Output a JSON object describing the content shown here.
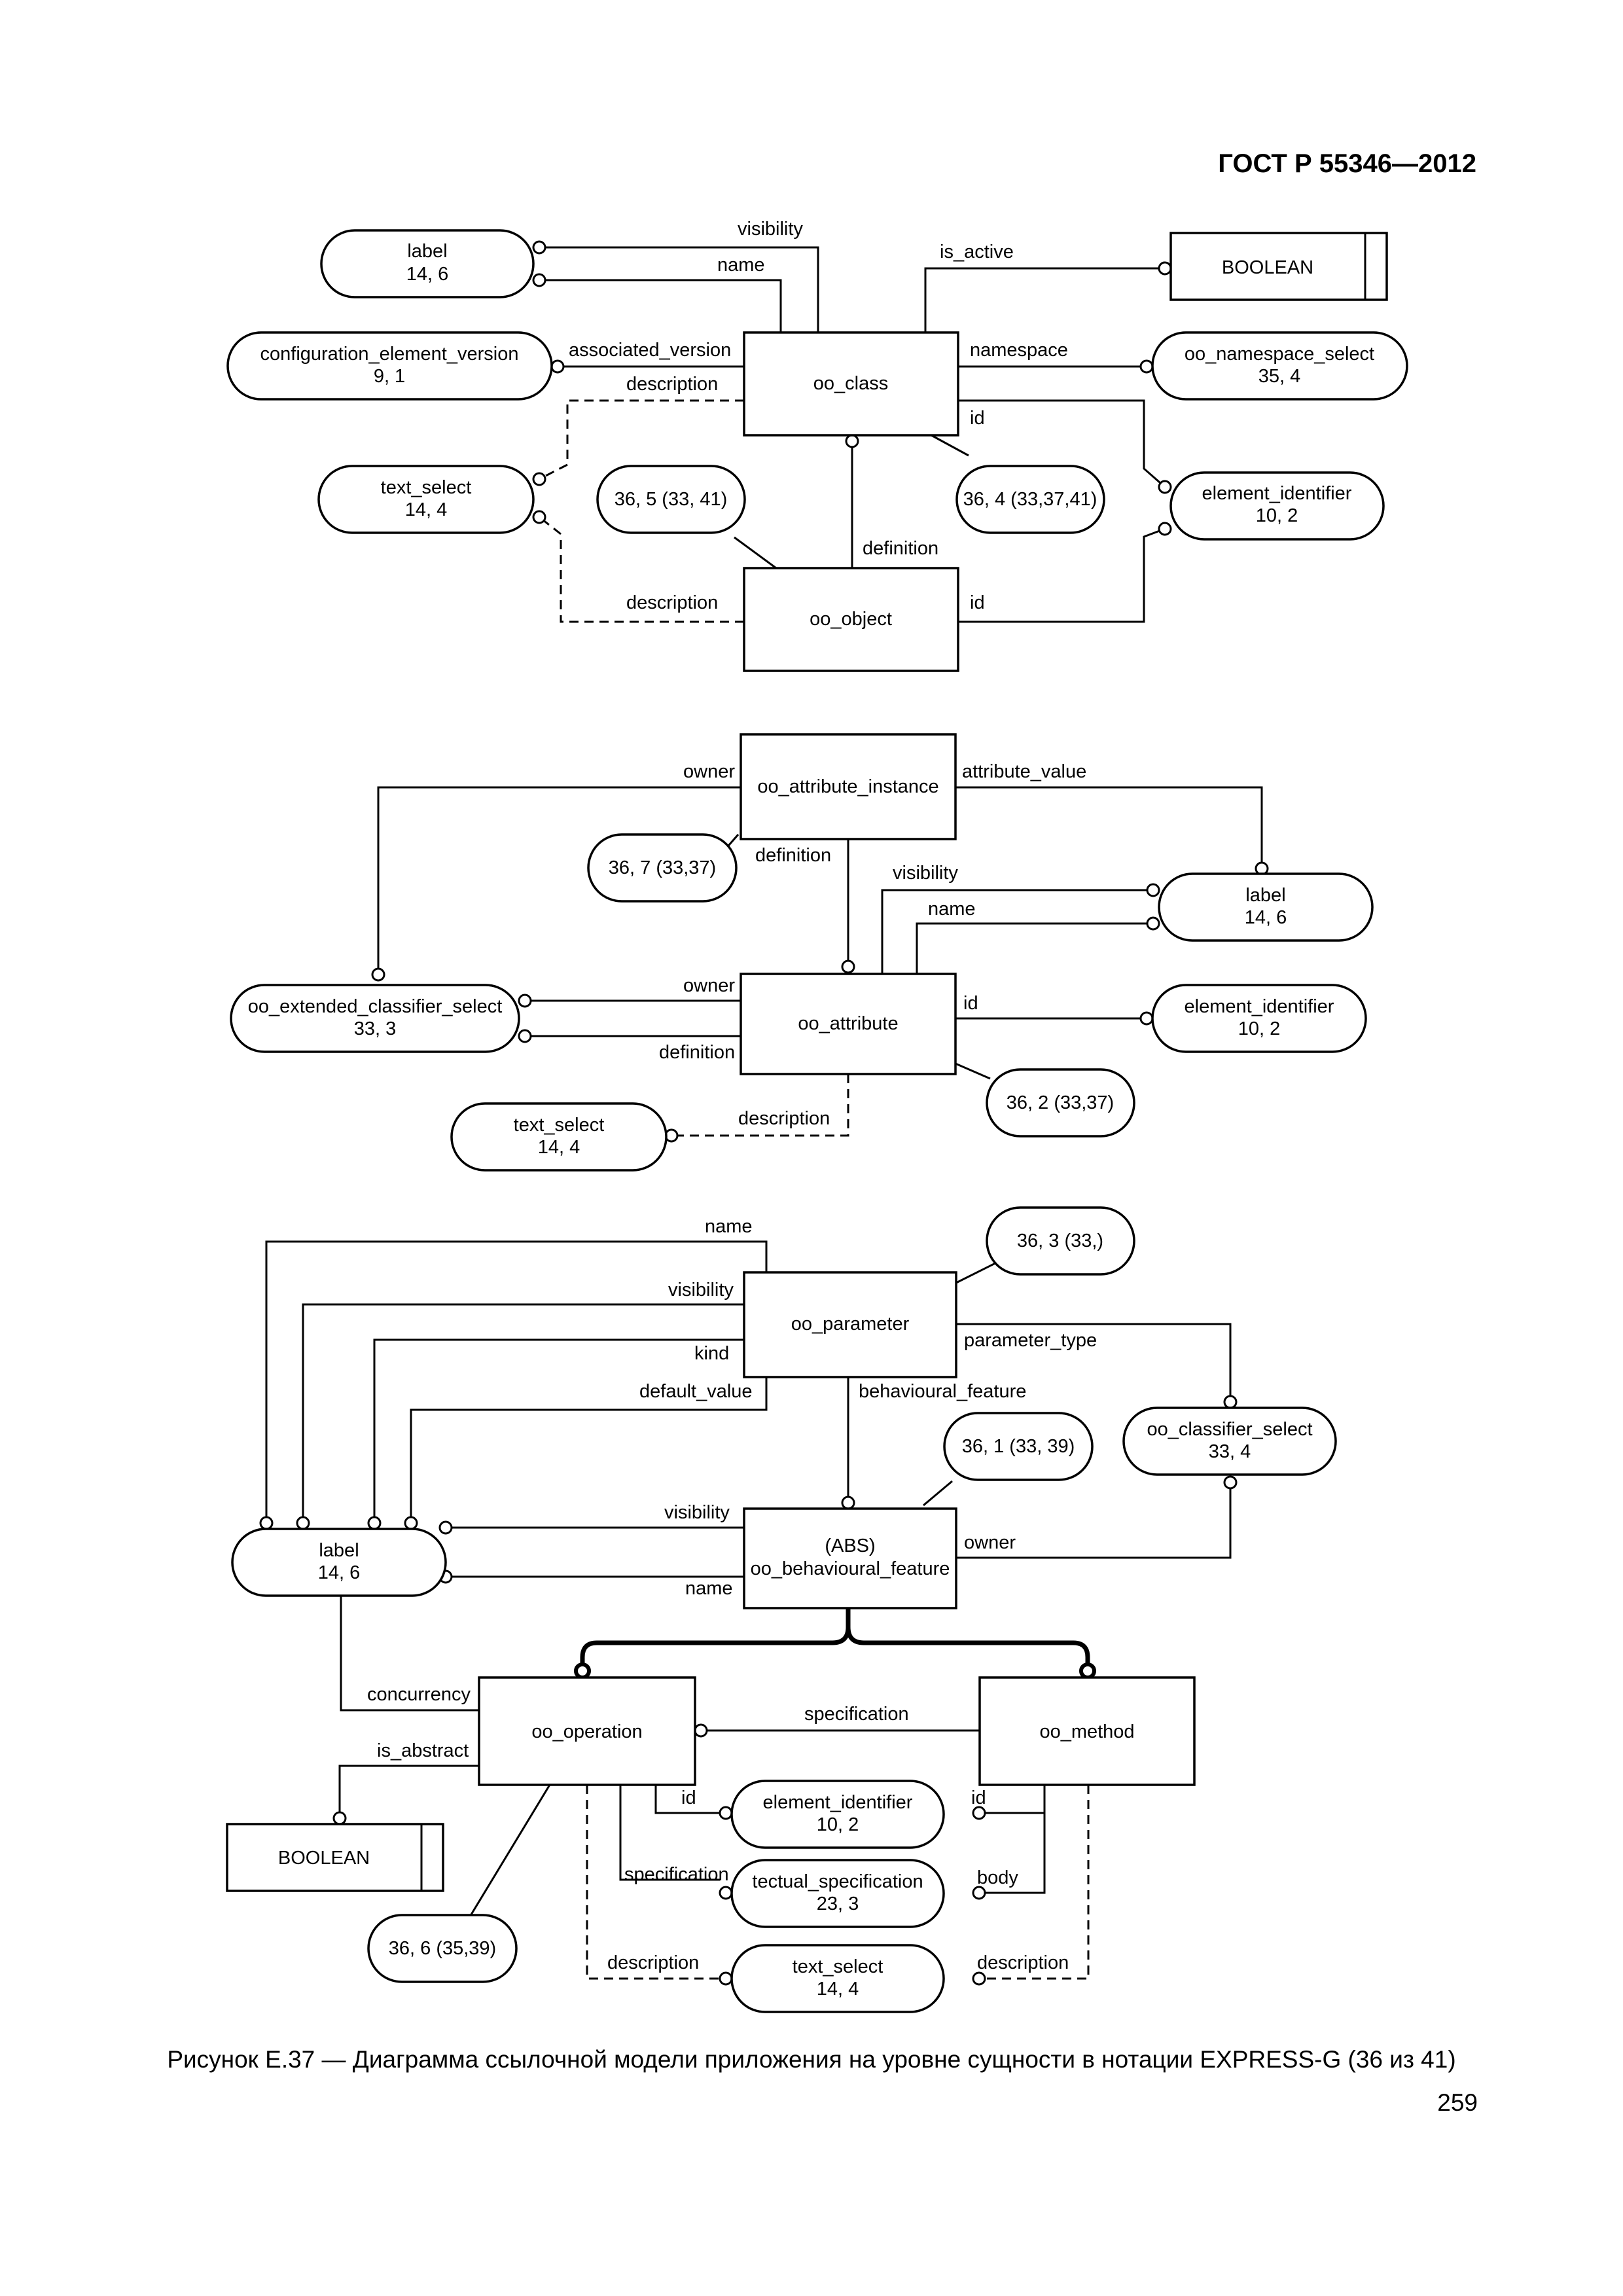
{
  "header": {
    "title": "ГОСТ Р 55346—2012"
  },
  "caption": {
    "text": "Рисунок Е.37 — Диаграмма ссылочной модели приложения на уровне сущности в нотации EXPRESS-G (36 из 41)"
  },
  "page_number": "259",
  "diagram": {
    "section1": {
      "label": {
        "l1": "label",
        "l2": "14, 6"
      },
      "boolean": "BOOLEAN",
      "cev": {
        "l1": "configuration_element_version",
        "l2": "9, 1"
      },
      "oo_class": "oo_class",
      "ns_select": {
        "l1": "oo_namespace_select",
        "l2": "35, 4"
      },
      "text_select": {
        "l1": "text_select",
        "l2": "14, 4"
      },
      "ref_36_5": "36, 5 (33, 41)",
      "ref_36_4": "36, 4 (33,37,41)",
      "elem_id": {
        "l1": "element_identifier",
        "l2": "10, 2"
      },
      "oo_object": "oo_object",
      "r_visibility": "visibility",
      "r_name": "name",
      "r_is_active": "is_active",
      "r_associated_version": "associated_version",
      "r_namespace": "namespace",
      "r_description1": "description",
      "r_id1": "id",
      "r_definition": "definition",
      "r_description2": "description",
      "r_id2": "id"
    },
    "section2": {
      "attr_instance": "oo_attribute_instance",
      "ref_36_7": "36, 7 (33,37)",
      "label": {
        "l1": "label",
        "l2": "14, 6"
      },
      "ext_classifier": {
        "l1": "oo_extended_classifier_select",
        "l2": "33, 3"
      },
      "oo_attribute": "oo_attribute",
      "elem_id": {
        "l1": "element_identifier",
        "l2": "10, 2"
      },
      "text_select": {
        "l1": "text_select",
        "l2": "14, 4"
      },
      "ref_36_2": "36, 2 (33,37)",
      "r_owner1": "owner",
      "r_attribute_value": "attribute_value",
      "r_definition1": "definition",
      "r_visibility": "visibility",
      "r_name": "name",
      "r_owner2": "owner",
      "r_id": "id",
      "r_definition2": "definition",
      "r_description": "description"
    },
    "section3": {
      "ref_36_3": "36, 3 (33,)",
      "oo_parameter": "oo_parameter",
      "classifier_select": {
        "l1": "oo_classifier_select",
        "l2": "33, 4"
      },
      "ref_36_1": "36, 1 (33, 39)",
      "label": {
        "l1": "label",
        "l2": "14, 6"
      },
      "beh_feature": {
        "l1": "(ABS)",
        "l2": "oo_behavioural_feature"
      },
      "oo_operation": "oo_operation",
      "oo_method": "oo_method",
      "boolean": "BOOLEAN",
      "elem_id": {
        "l1": "element_identifier",
        "l2": "10, 2"
      },
      "tect_spec": {
        "l1": "tectual_specification",
        "l2": "23, 3"
      },
      "text_select": {
        "l1": "text_select",
        "l2": "14, 4"
      },
      "ref_36_6": "36, 6 (35,39)",
      "r_name1": "name",
      "r_visibility1": "visibility",
      "r_kind": "kind",
      "r_parameter_type": "parameter_type",
      "r_default_value": "default_value",
      "r_behavioural_feature": "behavioural_feature",
      "r_visibility2": "visibility",
      "r_owner": "owner",
      "r_name2": "name",
      "r_concurrency": "concurrency",
      "r_specification1": "specification",
      "r_is_abstract": "is_abstract",
      "r_id_op": "id",
      "r_id_meth": "id",
      "r_specification2": "specification",
      "r_body": "body",
      "r_description_op": "description",
      "r_description_meth": "description"
    }
  }
}
